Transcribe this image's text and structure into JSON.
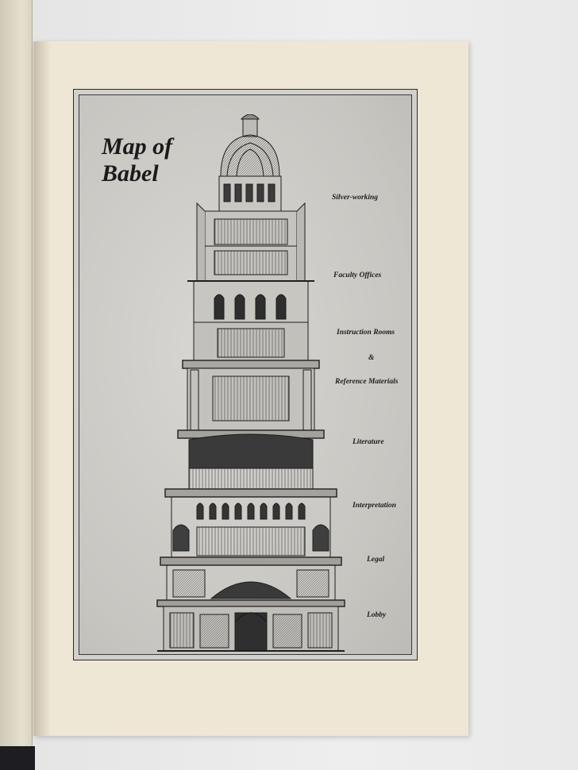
{
  "plate": {
    "title_line1": "Map of",
    "title_line2": "Babel"
  },
  "floors": [
    {
      "id": "silver-working",
      "label": "Silver-working"
    },
    {
      "id": "faculty-offices",
      "label": "Faculty Offices"
    },
    {
      "id": "instruction-rooms",
      "label": "Instruction Rooms"
    },
    {
      "id": "ampersand",
      "label": "&"
    },
    {
      "id": "reference-materials",
      "label": "Reference Materials"
    },
    {
      "id": "literature",
      "label": "Literature"
    },
    {
      "id": "interpretation",
      "label": "Interpretation"
    },
    {
      "id": "legal",
      "label": "Legal"
    },
    {
      "id": "lobby",
      "label": "Lobby"
    }
  ],
  "colors": {
    "page": "#efe7d6",
    "plate": "#d2d0cc",
    "ink": "#1c1c1c",
    "background": "#ebeae9"
  }
}
